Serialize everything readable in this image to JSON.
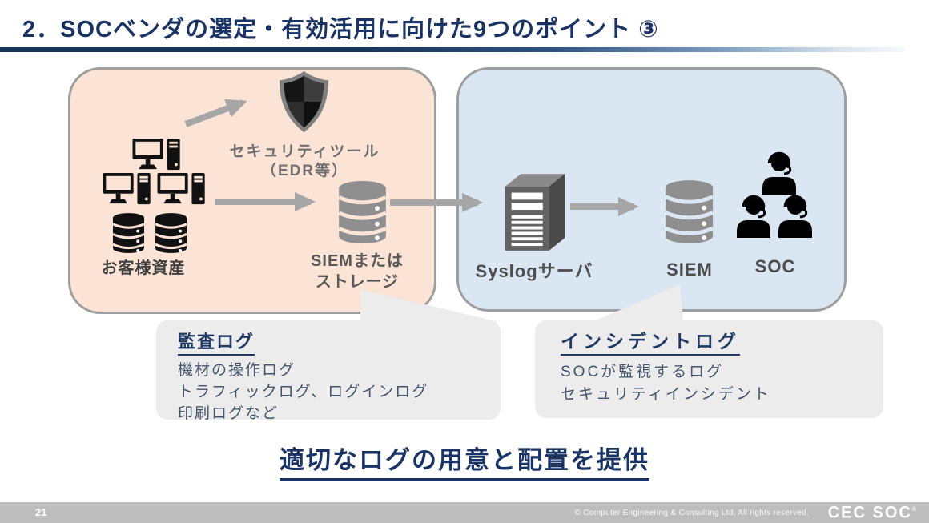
{
  "title": "2．SOCベンダの選定・有効活用に向けた9つのポイント ③",
  "colors": {
    "accent_navy": "#1A3365",
    "callout_title_navy": "#1F3864",
    "body_text": "#44546A",
    "customer_box_bg": "#FBE3D5",
    "soc_box_bg": "#DAE6F2",
    "box_border_gray": "#9E9E9E",
    "callout_bg": "#ECECEC",
    "arrow_gray": "#A6A6A6",
    "footer_bg": "#BDBDBD"
  },
  "customer_box": {
    "security_tool_label_line1": "セキュリティツール",
    "security_tool_label_line2": "（EDR等）",
    "assets_label": "お客様資産",
    "siem_storage_label_line1": "SIEMまたは",
    "siem_storage_label_line2": "ストレージ",
    "icons": [
      "shield-icon",
      "desktop-pc-icon",
      "database-icon"
    ]
  },
  "soc_box": {
    "syslog_label": "Syslogサーバ",
    "siem_label": "SIEM",
    "soc_label": "SOC",
    "icons": [
      "server-icon",
      "database-icon",
      "operator-headset-icon"
    ]
  },
  "callout_audit": {
    "title": "監査ログ",
    "lines": [
      "機材の操作ログ",
      "トラフィックログ、ログインログ",
      "印刷ログなど"
    ]
  },
  "callout_incident": {
    "title": "インシデントログ",
    "lines": [
      "SOCが監視するログ",
      "セキュリティインシデント"
    ]
  },
  "headline": "適切なログの用意と配置を提供",
  "footer": {
    "page_number": "21",
    "copyright": "© Computer Engineering & Consulting Ltd. All rights reserved.",
    "logo_text": "CEC SOC",
    "logo_mark": "®"
  }
}
